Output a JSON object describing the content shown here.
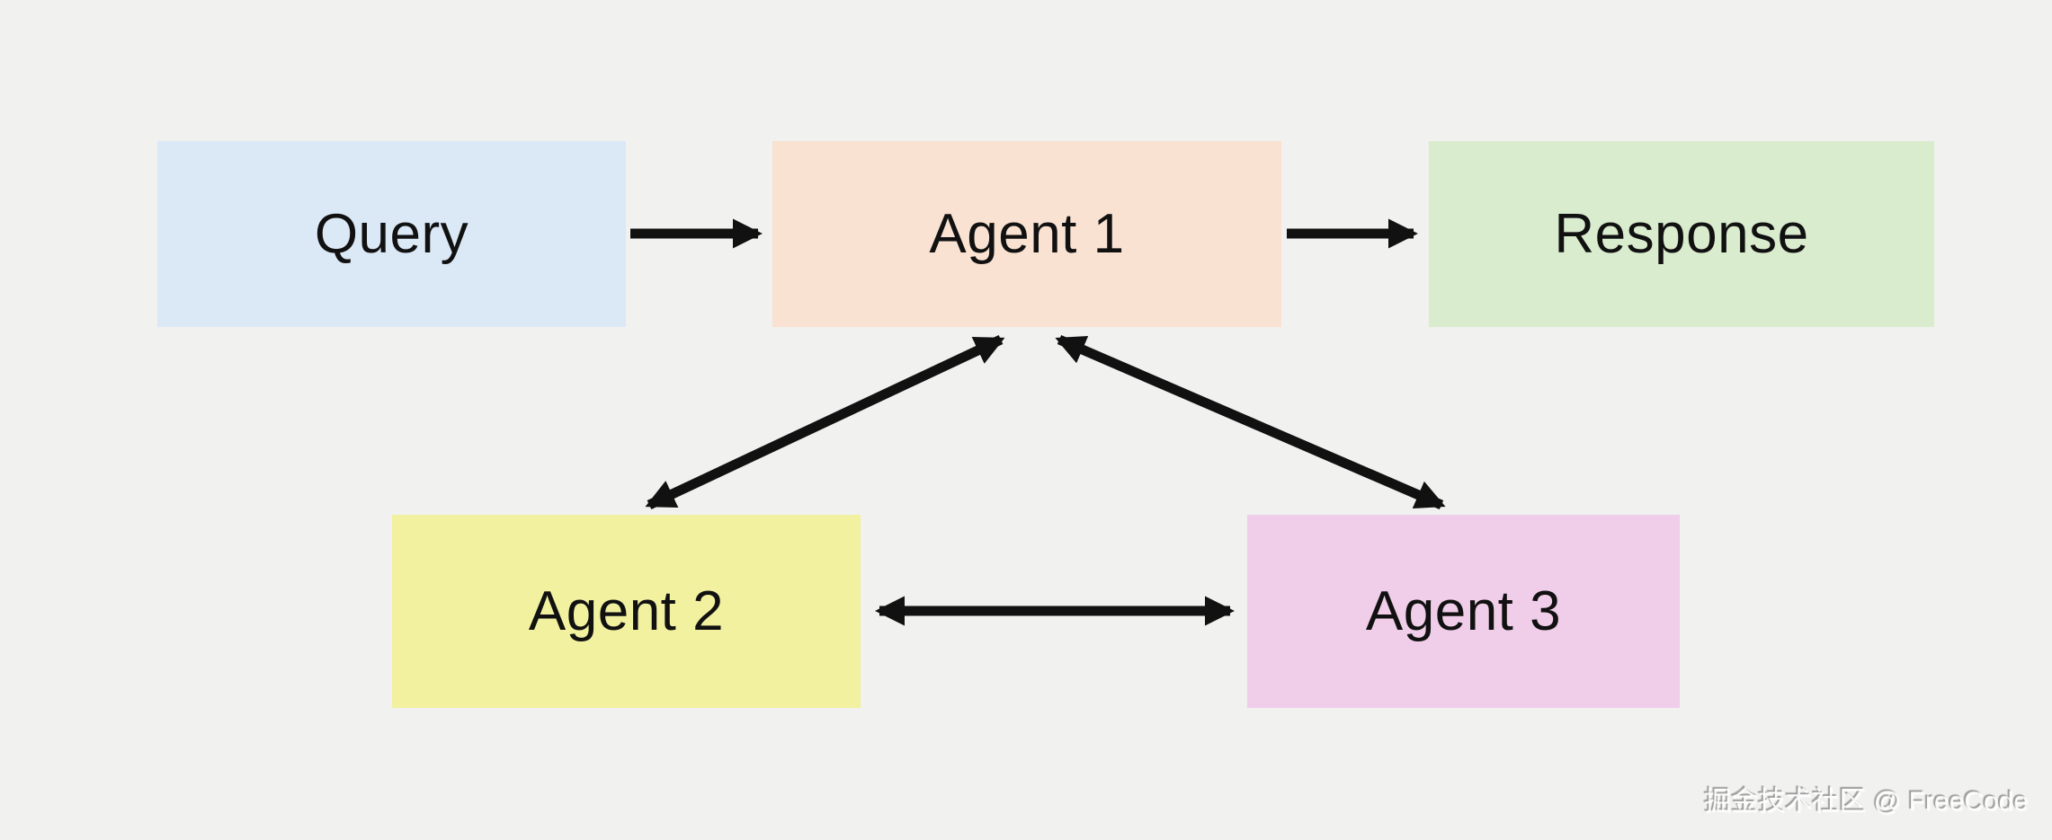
{
  "diagram": {
    "background_color": "#f1f1ef",
    "arrow_color": "#111111",
    "nodes": [
      {
        "id": "query",
        "label": "Query",
        "color": "#dbe8f6"
      },
      {
        "id": "agent1",
        "label": "Agent 1",
        "color": "#f9e2d1"
      },
      {
        "id": "response",
        "label": "Response",
        "color": "#d9ecce"
      },
      {
        "id": "agent2",
        "label": "Agent 2",
        "color": "#f1f1a0"
      },
      {
        "id": "agent3",
        "label": "Agent 3",
        "color": "#f0cee9"
      }
    ],
    "edges": [
      {
        "from": "query",
        "to": "agent1",
        "direction": "one-way"
      },
      {
        "from": "agent1",
        "to": "response",
        "direction": "one-way"
      },
      {
        "from": "agent1",
        "to": "agent2",
        "direction": "two-way"
      },
      {
        "from": "agent1",
        "to": "agent3",
        "direction": "two-way"
      },
      {
        "from": "agent2",
        "to": "agent3",
        "direction": "two-way"
      }
    ]
  },
  "watermark": {
    "text": "掘金技术社区 @ FreeCode"
  }
}
